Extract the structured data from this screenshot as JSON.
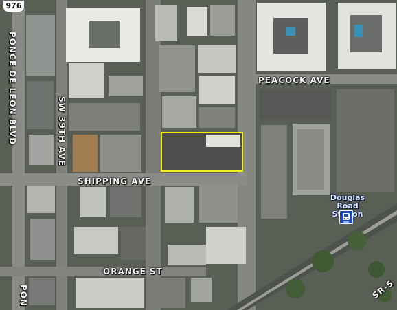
{
  "route": {
    "label": "976"
  },
  "streets": {
    "ponce_de_leon": "PONCE DE LEON BLVD",
    "ponce_bottom": "PON",
    "sw_39th": "SW 39TH AVE",
    "shipping": "SHIPPING AVE",
    "orange": "ORANGE ST",
    "peacock": "PEACOCK AVE",
    "sr5": "SR-5"
  },
  "station": {
    "line1": "Douglas Road",
    "line2": "Station",
    "icon": "metro-rail-icon"
  },
  "colors": {
    "highlight": "#f4ee1a",
    "transit": "#1c49b4"
  }
}
